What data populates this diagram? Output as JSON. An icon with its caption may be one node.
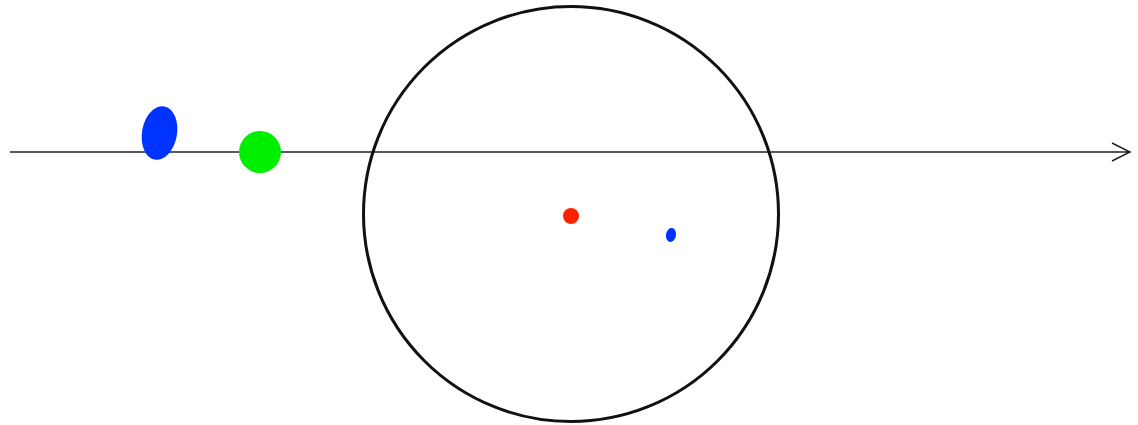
{
  "diagram": {
    "nodes": [
      {
        "text": [],
        "shape": "ellipse"
      },
      {
        "text": [],
        "shape": "circle"
      },
      {
        "text": [],
        "shape": "circle"
      },
      {
        "text": [],
        "shape": "circle",
        "in": 2
      },
      {
        "text": [],
        "shape": "ellipse",
        "in": 2
      }
    ]
  }
}
